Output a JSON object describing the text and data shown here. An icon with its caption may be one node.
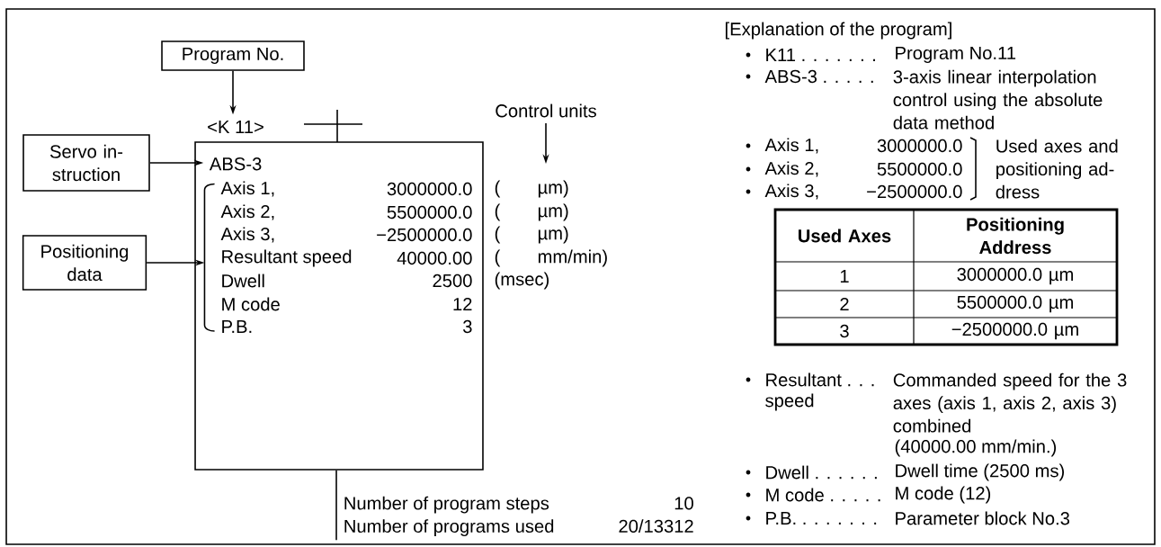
{
  "diagram": {
    "nodes": [
      {
        "text": [
          "Program No."
        ]
      },
      {
        "text": [
          "<K 11>"
        ]
      },
      {
        "text": [
          "Servo in- struction"
        ]
      },
      {
        "text": [],
        "shape": "box"
      },
      {
        "text": [
          "ABS-3"
        ],
        "in": 3
      },
      {
        "text": [],
        "shape": "bracket",
        "in": 3
      },
      {
        "text": [
          "Positioning data"
        ]
      },
      {
        "text": [
          "Control units"
        ]
      },
      {
        "text": [
          "Number of program steps",
          "10",
          "Number of programs used",
          "20/13312"
        ]
      }
    ],
    "edges": [
      {
        "from": 0,
        "to": 1,
        "arrow": "to"
      },
      {
        "from": 2,
        "to": 4,
        "arrow": "to"
      },
      {
        "from": 6,
        "to": 5,
        "arrow": "to"
      },
      {
        "from": 7,
        "to": null,
        "arrow": "to"
      },
      {
        "from": 8,
        "to": 3,
        "arrow": "none"
      }
    ],
    "labels": [
      "Axis 1,",
      "3000000.0",
      "(",
      "µm)",
      "Axis 2,",
      "5500000.0",
      "(",
      "µm)",
      "Axis 3,",
      "−2500000.0",
      "(",
      "µm)",
      "Resultant speed",
      "40000.00",
      "(",
      "mm/min)",
      "Dwell",
      "2500",
      "(msec)",
      "M code",
      "12",
      "P.B.",
      "3",
      "[Explanation of the program]",
      "K11 . . . . . . .",
      "Program No.11",
      "ABS-3 . . . . .",
      "3-axis linear interpolation control using the absolute data method",
      "Axis 1,",
      "3000000.0",
      "Axis 2,",
      "5500000.0",
      "Axis 3,",
      "−2500000.0",
      "Used axes and positioning ad- dress",
      "Used Axes",
      "Positioning Address",
      "1",
      "3000000.0 µm",
      "2",
      "5500000.0 µm",
      "3",
      "−2500000.0 µm",
      "Resultant . . .",
      "Commanded speed for the 3 axes (axis 1, axis 2, axis 3) combined",
      "speed",
      "(40000.00 mm/min.)",
      "Dwell . . . . . .",
      "Dwell time (2500 ms)",
      "M code . . . . .",
      "M code (12)",
      "P.B. . . . . . . .",
      "Parameter block No.3"
    ]
  }
}
